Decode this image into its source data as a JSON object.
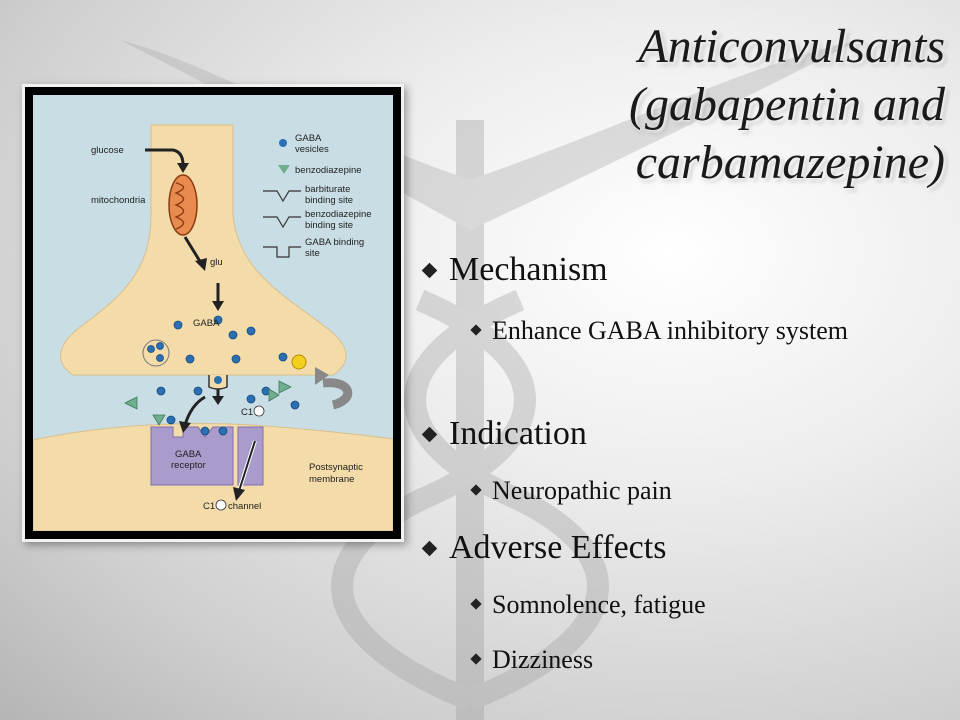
{
  "slide": {
    "title_lines": [
      "Anticonvulsants",
      "(gabapentin and",
      "carbamazepine)"
    ],
    "bullets": [
      {
        "text": "Mechanism",
        "sub": [
          "Enhance GABA inhibitory system"
        ]
      },
      {
        "text": "Indication",
        "sub": [
          "Neuropathic pain"
        ]
      },
      {
        "text": "Adverse Effects",
        "sub": [
          "Somnolence, fatigue",
          "Dizziness"
        ]
      }
    ]
  },
  "figure": {
    "labels": {
      "glucose": "glucose",
      "mitochondria": "mitochondria",
      "glu": "glu",
      "gaba": "GABA",
      "cl": "C1",
      "gaba_receptor_1": "GABA",
      "gaba_receptor_2": "receptor",
      "postsynaptic_1": "Postsynaptic",
      "postsynaptic_2": "membrane",
      "channel": "channel"
    },
    "legend": [
      {
        "text": [
          "GABA",
          "vesicles"
        ],
        "icon": "blue-dot-icon"
      },
      {
        "text": [
          "benzodiazepine"
        ],
        "icon": "green-triangle-icon"
      },
      {
        "text": [
          "barbiturate",
          "binding site"
        ],
        "icon": "binding-site-v-icon"
      },
      {
        "text": [
          "benzodiazepine",
          "binding site"
        ],
        "icon": "binding-site-v-icon"
      },
      {
        "text": [
          "GABA binding",
          "site"
        ],
        "icon": "binding-site-square-icon"
      }
    ],
    "colors": {
      "background": "#c9dde4",
      "neuron": "#f3dcaa",
      "receptor": "#a99bcc",
      "mitochondria": "#e98a4e",
      "vesicle": "#2b6fb3",
      "benzodiazepine": "#6fae8f",
      "drug": "#f2cf1f"
    }
  }
}
